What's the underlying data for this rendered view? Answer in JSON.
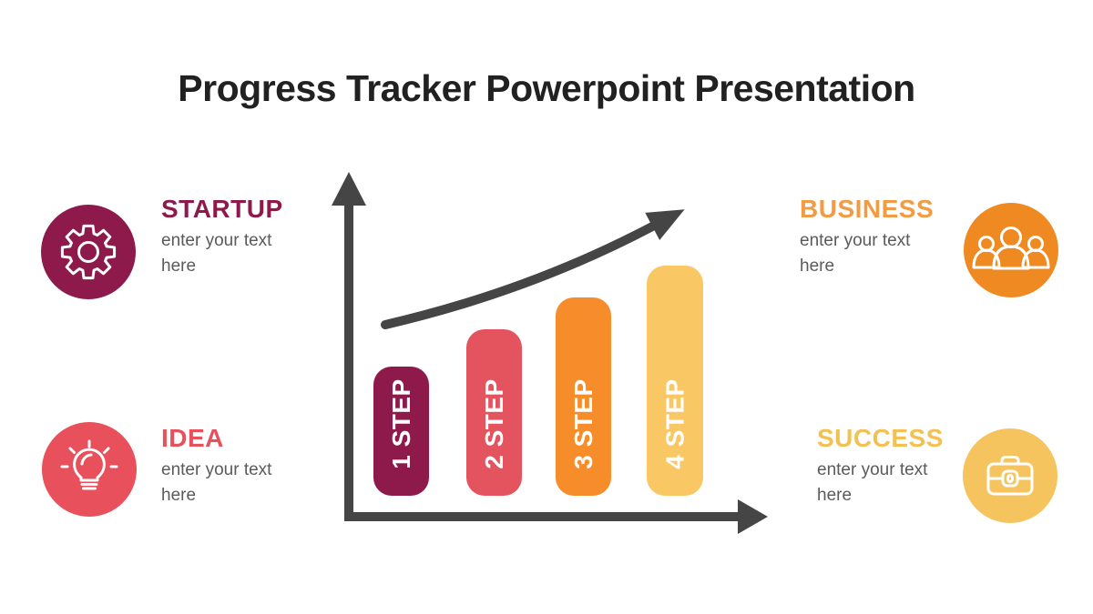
{
  "slide": {
    "title": "Progress Tracker Powerpoint Presentation"
  },
  "sections": {
    "startup": {
      "label": "STARTUP",
      "description": "enter your text here",
      "icon": "gear-icon",
      "color": "#8E1A4B",
      "label_color": "#8E1A4B"
    },
    "idea": {
      "label": "IDEA",
      "description": "enter your text here",
      "icon": "lightbulb-icon",
      "color": "#E8505B",
      "label_color": "#E8505B"
    },
    "business": {
      "label": "BUSINESS",
      "description": "enter your text here",
      "icon": "team-icon",
      "color": "#EF8A22",
      "label_color": "#F29B45"
    },
    "success": {
      "label": "SUCCESS",
      "description": "enter your text here",
      "icon": "briefcase-icon",
      "color": "#F5C45E",
      "label_color": "#F3C052"
    }
  },
  "chart": {
    "type": "step-bars",
    "axis_color": "#454545",
    "steps": [
      {
        "label": "1 STEP",
        "color": "#8E1A4B"
      },
      {
        "label": "2 STEP",
        "color": "#E4545F"
      },
      {
        "label": "3 STEP",
        "color": "#F78C2B"
      },
      {
        "label": "4 STEP",
        "color": "#F9C763"
      }
    ]
  }
}
